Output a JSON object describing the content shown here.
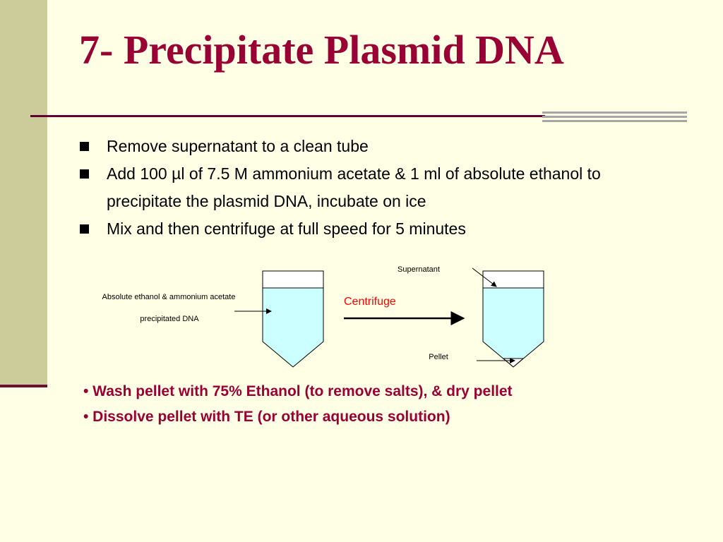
{
  "slide": {
    "title": "7- Precipitate Plasmid DNA",
    "bullets": [
      "Remove supernatant to a clean tube",
      "Add 100 µl of 7.5 M ammonium acetate & 1 ml of absolute ethanol to precipitate the plasmid DNA, incubate on ice",
      "Mix and then centrifuge at full speed for 5 minutes"
    ],
    "notes": [
      "• Wash pellet with 75% Ethanol (to remove salts), & dry pellet",
      "• Dissolve pellet with TE (or other aqueous solution)"
    ]
  },
  "diagram": {
    "left_label_1": "Absolute ethanol & ammonium acetate",
    "left_label_2": "precipitated DNA",
    "process_label": "Centrifuge",
    "supernatant_label": "Supernatant",
    "pellet_label": "Pellet"
  },
  "colors": {
    "title": "#990033",
    "liquid": "#ccffff",
    "centrifuge_text": "#ff0000"
  }
}
